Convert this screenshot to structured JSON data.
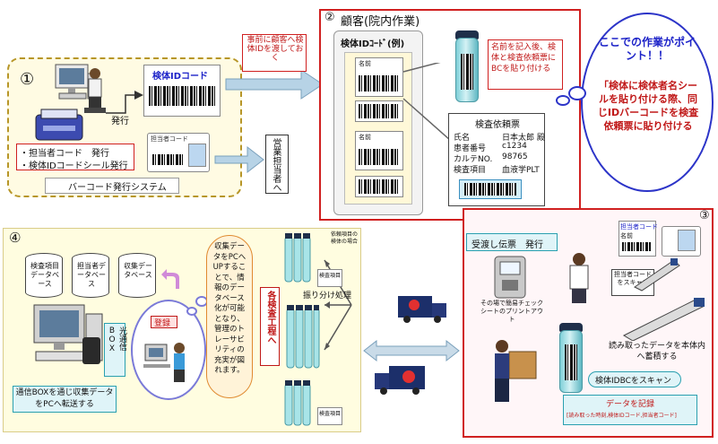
{
  "markers": {
    "m1": "①",
    "m2": "②",
    "m3": "③",
    "m4": "④"
  },
  "p1": {
    "barcode_title": "検体IDコード",
    "hakko": "発行",
    "list1": "・担当者コード　発行",
    "list2": "・検体IDコードシール発行",
    "system_label": "バーコード発行システム",
    "sales": "営業担当者へ",
    "idcard_label": "担当者コード"
  },
  "jizen": "事前に顧客へ検体IDを渡しておく",
  "p2": {
    "title": "顧客(院内作業)",
    "sheet_title": "検体IDｺｰﾄﾞ(例)",
    "name_label": "名前",
    "note": "名前を記入後、検体と検査依頼票にBCを貼り付ける",
    "form_title": "検査依頼票",
    "rows": [
      {
        "k": "氏名",
        "v": "日本太郎 殿"
      },
      {
        "k": "患者番号",
        "v": "c1234"
      },
      {
        "k": "カルテNO.",
        "v": "98765"
      },
      {
        "k": "検査項目",
        "v": "血液学PLT"
      }
    ]
  },
  "cloud": {
    "line1": "ここでの作業がポイント！！",
    "line2": "「検体に検体者名シールを貼り付ける際、同じIDバーコードを検査依頼票に貼り付ける"
  },
  "p3": {
    "receipt": "受渡し伝票　発行",
    "printout": "その場で簡易チェックシートのプリントアウト",
    "scan_code": "担当者コードをスキャン",
    "staff_card": "担当者コード",
    "staff_name": "名前",
    "read_data": "読み取ったデータを本体内へ蓄積する",
    "scan_id": "検体IDBCをスキャン",
    "record_title": "データを記録",
    "record_sub": "[読み取った時刻,検体IDコード,担当者コード]"
  },
  "p4": {
    "db1": "検査項目データベース",
    "db2": "担当者データベース",
    "db3": "収集データベース",
    "optical": "光通信BOX",
    "transfer": "通信BOXを通じ収集データをPCへ転送する",
    "register": "登録",
    "bubble": "収集データをPCへUPすることで、情報のデータベース化が可能となり、管理のトレーサビリティの充実が図れます。",
    "kakensa": "各検査工程へ",
    "furiwake": "振り分け処理",
    "item_exists": "依頼項目の検体の場合",
    "card_label": "検査項目"
  }
}
